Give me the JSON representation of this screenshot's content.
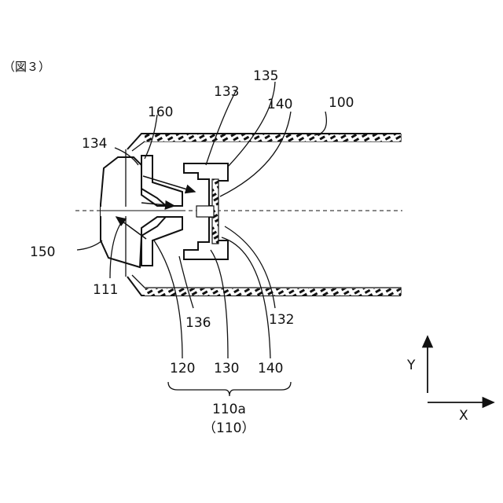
{
  "figure_label": "（図３）",
  "labels": {
    "l100": "100",
    "l111": "111",
    "l120": "120",
    "l130": "130",
    "l132": "132",
    "l133": "133",
    "l134": "134",
    "l135": "135",
    "l136": "136",
    "l140_top": "140",
    "l140_bottom": "140",
    "l150": "150",
    "l160": "160",
    "group": "110a",
    "group_paren": "（110）"
  },
  "axes": {
    "y": "Y",
    "x": "X"
  }
}
